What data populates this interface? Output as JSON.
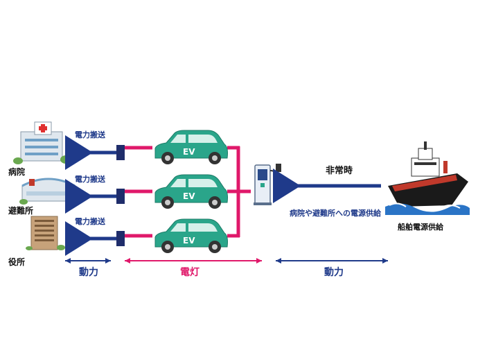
{
  "colors": {
    "car_body": "#2aa58a",
    "cable": "#e0186a",
    "arrow": "#1f3a8a",
    "legend_red": "#e0186a",
    "legend_blue": "#1f3a8a"
  },
  "ev_label": "EV",
  "transport_label": "電力搬送",
  "buildings": [
    {
      "label": "病院",
      "icon": "hospital-icon"
    },
    {
      "label": "避難所",
      "icon": "shelter-icon"
    },
    {
      "label": "役所",
      "icon": "office-building-icon"
    }
  ],
  "emergency_label": "非常時",
  "supply_label": "病院や避難所への電源供給",
  "ship_label": "船舶電源供給",
  "legend": {
    "left": "動力",
    "middle": "電灯",
    "right": "動力"
  }
}
